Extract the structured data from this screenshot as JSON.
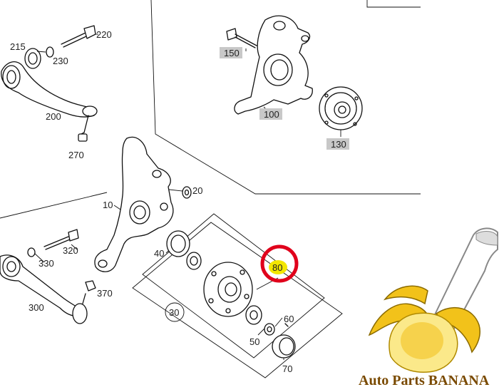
{
  "parts": {
    "p215": "215",
    "p220": "220",
    "p230": "230",
    "p200": "200",
    "p270": "270",
    "p150": "150",
    "p100": "100",
    "p130": "130",
    "p20": "20",
    "p10": "10",
    "p40": "40",
    "p320": "320",
    "p330": "330",
    "p370": "370",
    "p300": "300",
    "p30": "30",
    "p80": "80",
    "p60": "60",
    "p50": "50",
    "p70": "70"
  },
  "highlight": {
    "part": "80",
    "ring_color": "#e0001b",
    "label_color": "#f3e600"
  },
  "watermark": {
    "text": "Auto Parts BANANA",
    "logo": "banana-logo"
  }
}
